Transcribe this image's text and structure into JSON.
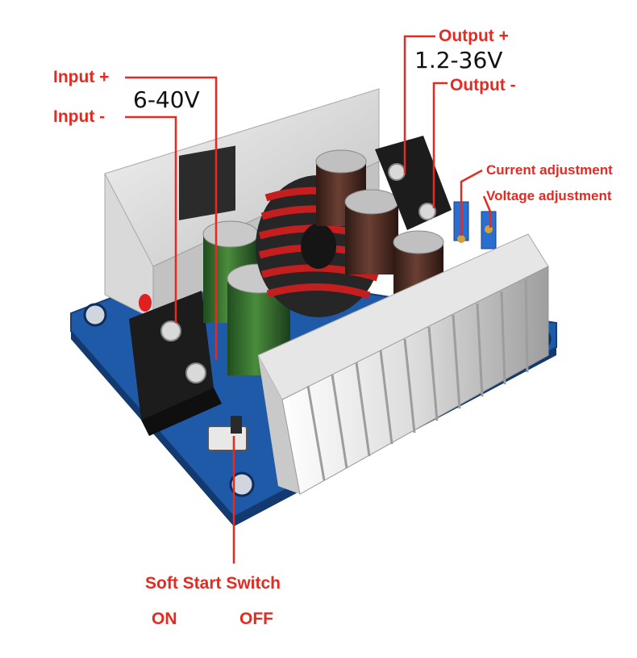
{
  "labels": {
    "input_plus": "Input +",
    "input_minus": "Input -",
    "input_range": "6-40V",
    "output_plus": "Output +",
    "output_minus": "Output -",
    "output_range": "1.2-36V",
    "current_adjustment": "Current adjustment",
    "voltage_adjustment": "Voltage adjustment",
    "soft_start_switch": "Soft Start Switch",
    "on": "ON",
    "off": "OFF"
  },
  "colors": {
    "label": "#e32b22",
    "pcb": "#1f5aa8",
    "heatsink": "#e6e6e6",
    "terminal": "#1c1c1c",
    "inductor_wire": "#c41e1e",
    "capacitor_green": "#2e6b2e",
    "capacitor_brown": "#4a2a20"
  }
}
